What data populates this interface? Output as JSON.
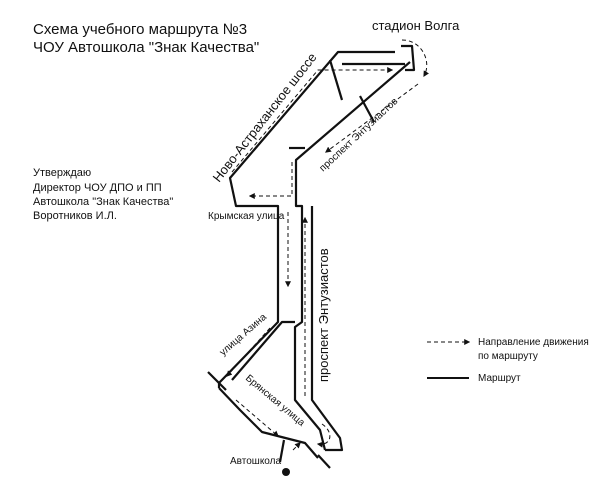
{
  "title": {
    "line1": "Схема учебного маршрута  №3",
    "line2": "ЧОУ Автошкола \"Знак Качества\""
  },
  "approval": {
    "line1": "Утверждаю",
    "line2": "Директор ЧОУ ДПО и ПП",
    "line3": "Автошкола \"Знак Качества\"",
    "line4": "Воротников И.Л."
  },
  "map": {
    "stadium": "стадион Волга",
    "highway": "Ново-Астраханское шоссе",
    "prospect_upper": "проспект Энтузиастов",
    "prospect_main": "проспект Энтузиастов",
    "crimean": "Крымская улица",
    "azina": "улица Азина",
    "bryanskaya": "Брянская улица",
    "school": "Автошкола"
  },
  "legend": {
    "direction_line1": "Направление движения",
    "direction_line2": "по маршруту",
    "route": "Маршрут"
  }
}
